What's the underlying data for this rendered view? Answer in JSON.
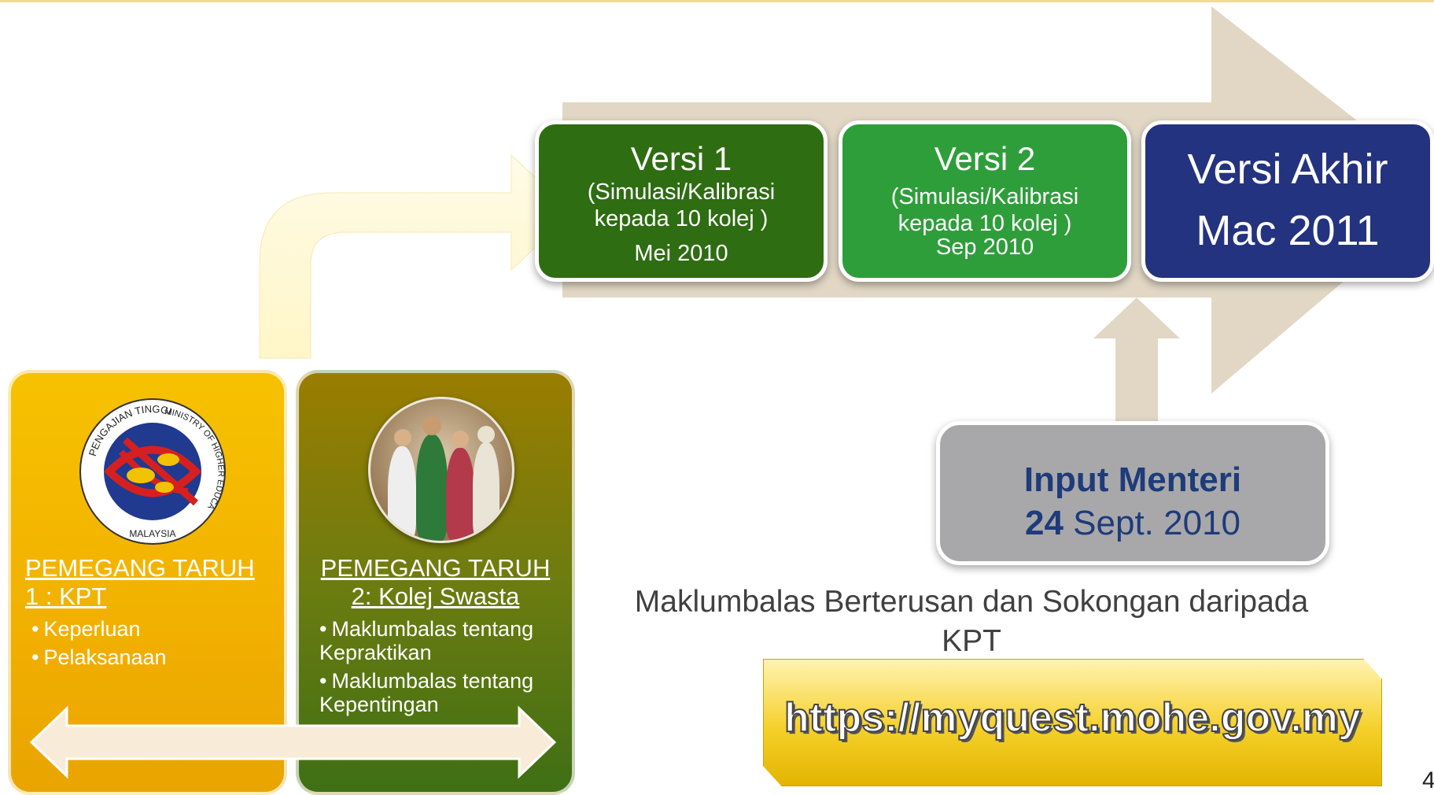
{
  "versions": {
    "v1": {
      "title": "Versi 1",
      "sub1": "(Simulasi/Kalibrasi",
      "sub2": "kepada  10 kolej )",
      "date": "Mei 2010",
      "color": "#2e6d12"
    },
    "v2": {
      "title": "Versi 2",
      "sub1": "(Simulasi/Kalibrasi",
      "sub2": "kepada  10 kolej )",
      "date": "Sep 2010",
      "color": "#2e9e3a"
    },
    "final": {
      "line1": "Versi Akhir",
      "line2": "Mac 2011",
      "color": "#24337f"
    }
  },
  "input": {
    "title": "Input Menteri",
    "day": "24",
    "rest": " Sept. 2010"
  },
  "feedback": {
    "line1": "Maklumbalas Berterusan dan Sokongan daripada",
    "line2": "KPT"
  },
  "url": "https://myquest.mohe.gov.my",
  "stakeholders": [
    {
      "title": "PEMEGANG TARUH 1 : KPT",
      "items": [
        "Keperluan",
        "Pelaksanaan"
      ],
      "color": "#f2b000"
    },
    {
      "title": "PEMEGANG TARUH 2: Kolej Swasta",
      "items": [
        "Maklumbalas tentang Kepraktikan",
        "Maklumbalas tentang Kepentingan"
      ],
      "color": "#6d7c10"
    }
  ],
  "logo": {
    "top": "PENGAJIAN TINGGI",
    "right": "MINISTRY OF HIGHER EDUCATION",
    "bottom": "MALAYSIA"
  },
  "page_number": "4",
  "icons": {
    "bullet": "•"
  }
}
